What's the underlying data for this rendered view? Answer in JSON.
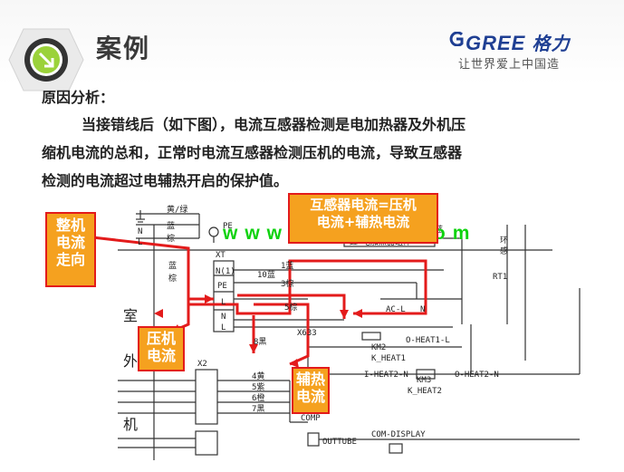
{
  "slide": {
    "title": "案例",
    "section_title": "原因分析：",
    "paragraph_lines": [
      "当接错线后（如下图），电流互感器检测是电加热器及外机压",
      "缩机电流的总和，正常时电流互感器检测压机的电流，导致互感器",
      "检测的电流超过电辅热开启的保护值。"
    ]
  },
  "logo": {
    "brand": "GREE",
    "brand_cn": "格力",
    "slogan": "让世界爱上中国造",
    "color": "#1f3f93"
  },
  "watermark": "www.bjjdwx.com",
  "callouts": {
    "top": [
      "互感器电流=压机",
      "电流+辅热电流"
    ],
    "left": [
      "整机",
      "电流",
      "走向"
    ],
    "compressor": [
      "压机",
      "电流"
    ],
    "heater": [
      "辅热",
      "电流"
    ]
  },
  "diagram": {
    "vertical_labels": [
      "室",
      "外",
      "机"
    ],
    "top_labels": [
      "黄/绿",
      "蓝",
      "棕",
      "PE"
    ],
    "left_pins": [
      "N",
      "L"
    ],
    "terminal_labels": [
      "XT",
      "N(1)",
      "PE",
      "L",
      "N",
      "L"
    ],
    "wire_labels": [
      "蓝",
      "棕",
      "1蓝",
      "10蓝",
      "3棕",
      "8黑",
      "5棕",
      "X633"
    ],
    "heater_labels": [
      "红",
      "电加热器组件",
      "AC-L",
      "N"
    ],
    "relay_labels": [
      "KM2",
      "K_HEAT1",
      "O-HEAT1-L",
      "I-HEAT2-N",
      "KM3",
      "K_HEAT2",
      "O-HEAT2-N"
    ],
    "right_labels": [
      "蓝",
      "环",
      "感",
      "RT1"
    ],
    "x2_label": "X2",
    "x2_wires": [
      "4黄",
      "5紫",
      "6橙",
      "7黑"
    ],
    "outputs": [
      "COMP",
      "OUTTUBE",
      "COM-DISPLAY"
    ],
    "line_color": "#333333",
    "arrow_color": "#e31b1b",
    "callout_fill": "#f5a11f"
  }
}
